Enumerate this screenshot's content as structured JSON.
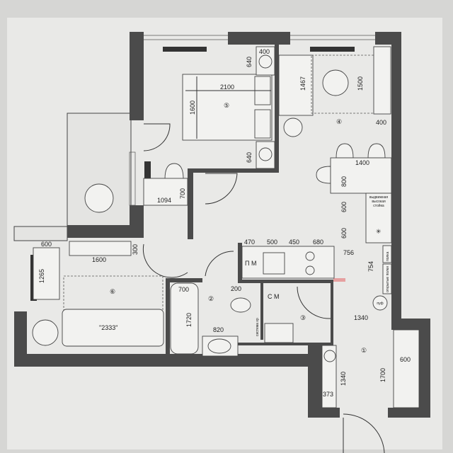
{
  "title": "Floor plan",
  "rooms": {
    "bedroom": "⑤",
    "kitchen": "④",
    "bathroom": "②",
    "closet": "③",
    "hall": "①",
    "living": "⑥"
  },
  "labels": {
    "washer": "П М",
    "dryer": "С М",
    "pouf": "пуф",
    "storage": "система хр",
    "pantry": "выдвижная высокая стойка",
    "shelf_1": "полка",
    "shelf_2": "открытые полки",
    "sofa_size": "\"2333\""
  },
  "dimensions": {
    "bed_width": "2100",
    "bed_length": "1600",
    "nightstand_top": "640",
    "nightstand_bottom": "640",
    "nightstand_width": "400",
    "kitchen_sofa": "1467",
    "kitchen_zone": "1500",
    "kitchen_side": "400",
    "table_width": "1400",
    "table_depth": "800",
    "counter_1": "600",
    "counter_2": "600",
    "desk_width": "1094",
    "desk_depth": "700",
    "kitchen_run": [
      "470",
      "500",
      "450",
      "680"
    ],
    "diag": "756",
    "kitchen_return": "754",
    "tv_width": "600",
    "tv_height": "1265",
    "sideboard_width": "1600",
    "sideboard_depth": "300",
    "bath_width": "700",
    "bath_length": "1720",
    "toilet_offset": "200",
    "sink_width": "820",
    "hall_width": "1340",
    "wardrobe_depth": "600",
    "wardrobe_length": "1700",
    "shoe_length": "1340",
    "shoe_depth": "373"
  }
}
